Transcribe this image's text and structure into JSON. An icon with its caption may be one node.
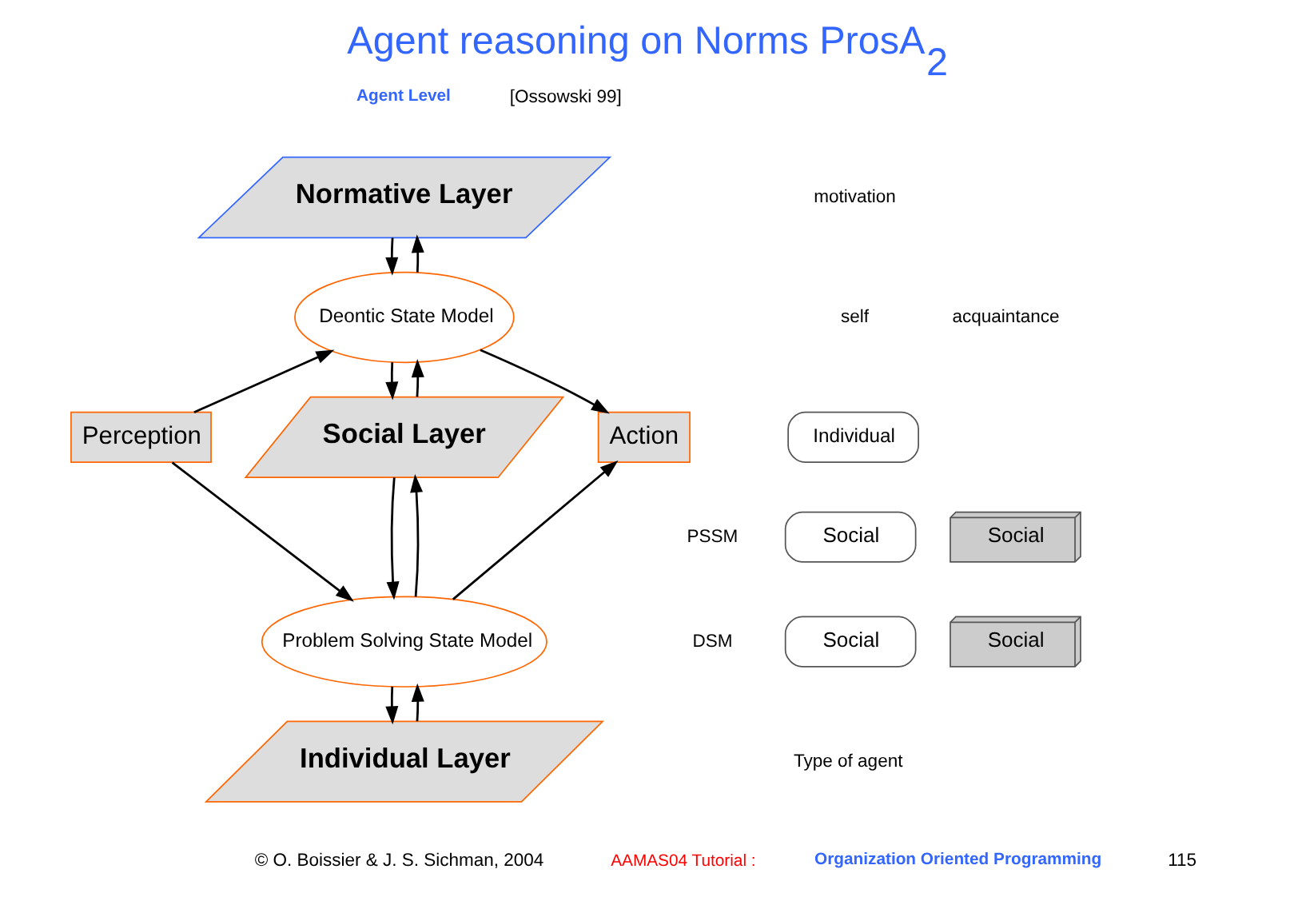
{
  "diagram": {
    "title": "Agent reasoning on Norms ProsA$_{2}$",
    "nodes": [
      {
        "text": [
          "Normative Layer"
        ]
      },
      {
        "text": [
          "Deontic State Model"
        ]
      },
      {
        "text": [
          "Social Layer"
        ]
      },
      {
        "text": [
          "Problem Solving State Model"
        ]
      },
      {
        "text": [
          "Individual Layer"
        ]
      },
      {
        "text": [
          "Perception"
        ]
      },
      {
        "text": [
          "Action"
        ]
      },
      {
        "text": [
          "Individual"
        ]
      },
      {
        "text": [
          "Social"
        ]
      },
      {
        "text": [
          "Social"
        ]
      },
      {
        "text": [
          "Social"
        ]
      },
      {
        "text": [
          "Social"
        ]
      }
    ],
    "edges": [
      {
        "from": 0,
        "to": 1,
        "arrow": "to"
      },
      {
        "from": 1,
        "to": 0,
        "arrow": "to"
      },
      {
        "from": 1,
        "to": 2,
        "arrow": "to"
      },
      {
        "from": 2,
        "to": 1,
        "arrow": "to"
      },
      {
        "from": 2,
        "to": 3,
        "arrow": "to"
      },
      {
        "from": 3,
        "to": 2,
        "arrow": "to"
      },
      {
        "from": 3,
        "to": 4,
        "arrow": "to"
      },
      {
        "from": 4,
        "to": 3,
        "arrow": "to"
      },
      {
        "from": 5,
        "to": 1,
        "arrow": "to"
      },
      {
        "from": 5,
        "to": 3,
        "arrow": "to"
      },
      {
        "from": 1,
        "to": 6,
        "arrow": "to"
      },
      {
        "from": 3,
        "to": 6,
        "arrow": "to"
      }
    ],
    "labels": [
      "Agent Level",
      "[Ossowski 99]",
      "motivation",
      "self",
      "acquaintance",
      "PSSM",
      "DSM",
      "Type of agent",
      "© O. Boissier & J. S. Sichman, 2004",
      "AAMAS04 Tutorial :",
      "Organization Oriented Programming",
      "115"
    ]
  }
}
